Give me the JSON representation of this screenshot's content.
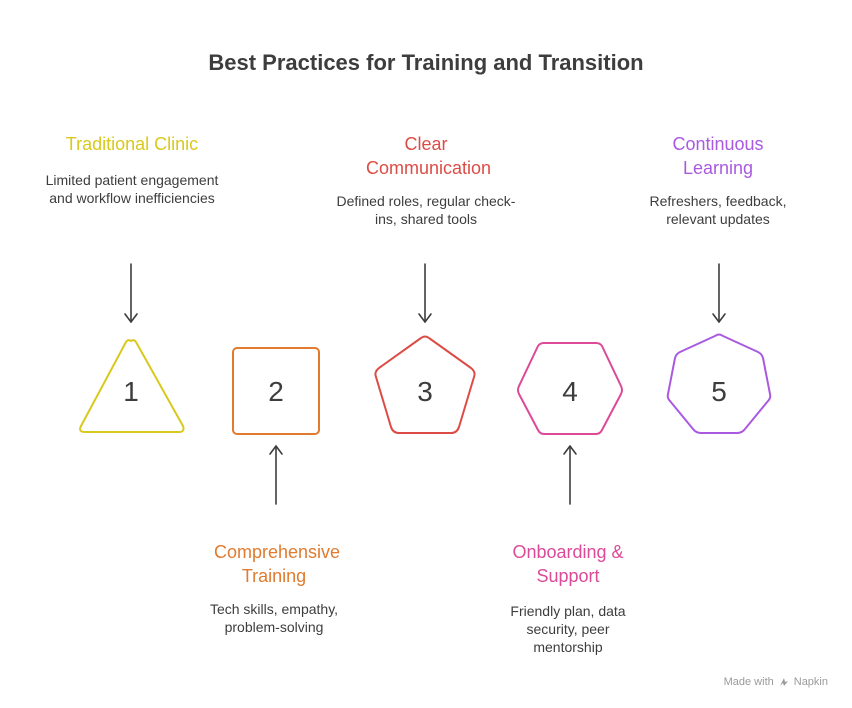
{
  "title": "Best Practices for Training and Transition",
  "steps": [
    {
      "number": "1",
      "shape": "triangle",
      "color": "#d8c91c",
      "title": "Traditional Clinic",
      "description": "Limited patient engagement and workflow inefficiencies",
      "label_position": "top"
    },
    {
      "number": "2",
      "shape": "square",
      "color": "#e07b2f",
      "title": "Comprehensive Training",
      "description": "Tech skills, empathy, problem-solving",
      "label_position": "bottom"
    },
    {
      "number": "3",
      "shape": "pentagon",
      "color": "#dc4c46",
      "title": "Clear Communication",
      "description": "Defined roles, regular check-ins, shared tools",
      "label_position": "top"
    },
    {
      "number": "4",
      "shape": "hexagon",
      "color": "#dc4a98",
      "title": "Onboarding & Support",
      "description": "Friendly plan, data security, peer mentorship",
      "label_position": "bottom"
    },
    {
      "number": "5",
      "shape": "heptagon",
      "color": "#a95ae0",
      "title": "Continuous Learning",
      "description": "Refreshers, feedback, relevant updates",
      "label_position": "top"
    }
  ],
  "footer": {
    "made_with": "Made with",
    "brand": "Napkin",
    "icon": "napkin-logo-icon"
  }
}
